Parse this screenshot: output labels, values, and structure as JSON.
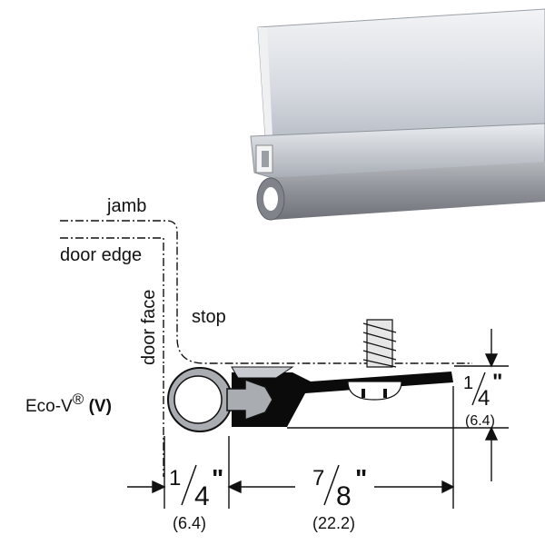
{
  "labels": {
    "jamb": "jamb",
    "door_edge": "door edge",
    "door_face": "door face",
    "stop": "stop",
    "product_name": "Eco-V",
    "product_reg": "®",
    "product_code": "(V)"
  },
  "dimensions": {
    "height": {
      "numerator": "1",
      "denominator": "4",
      "inch_mark": "\"",
      "metric": "(6.4)"
    },
    "width_left": {
      "numerator": "1",
      "denominator": "4",
      "inch_mark": "\"",
      "metric": "(6.4)"
    },
    "width_right": {
      "numerator": "7",
      "denominator": "8",
      "inch_mark": "\"",
      "metric": "(22.2)"
    }
  },
  "colors": {
    "aluminum_light": "#dfe3e8",
    "aluminum_mid": "#b9bec6",
    "bulb_gray": "#8d9096",
    "profile_black": "#0b0b0b",
    "line": "#111111"
  }
}
